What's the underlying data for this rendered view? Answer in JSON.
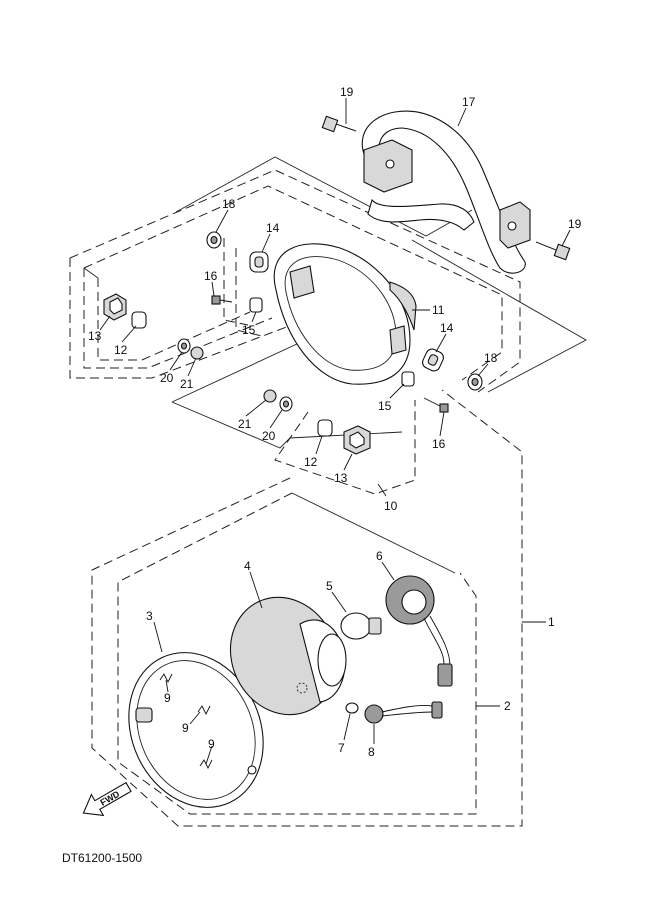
{
  "diagram_code": "DT61200-1500",
  "fwd_label": "FWD",
  "callouts": [
    {
      "id": "c19a",
      "label": "19"
    },
    {
      "id": "c17",
      "label": "17"
    },
    {
      "id": "c18a",
      "label": "18"
    },
    {
      "id": "c14a",
      "label": "14"
    },
    {
      "id": "c19b",
      "label": "19"
    },
    {
      "id": "c16a",
      "label": "16"
    },
    {
      "id": "c15a",
      "label": "15"
    },
    {
      "id": "c11",
      "label": "11"
    },
    {
      "id": "c13a",
      "label": "13"
    },
    {
      "id": "c12a",
      "label": "12"
    },
    {
      "id": "c20a",
      "label": "20"
    },
    {
      "id": "c21a",
      "label": "21"
    },
    {
      "id": "c14b",
      "label": "14"
    },
    {
      "id": "c18b",
      "label": "18"
    },
    {
      "id": "c15b",
      "label": "15"
    },
    {
      "id": "c16b",
      "label": "16"
    },
    {
      "id": "c21b",
      "label": "21"
    },
    {
      "id": "c20b",
      "label": "20"
    },
    {
      "id": "c12b",
      "label": "12"
    },
    {
      "id": "c13b",
      "label": "13"
    },
    {
      "id": "c10",
      "label": "10"
    },
    {
      "id": "c6",
      "label": "6"
    },
    {
      "id": "c4",
      "label": "4"
    },
    {
      "id": "c5",
      "label": "5"
    },
    {
      "id": "c1",
      "label": "1"
    },
    {
      "id": "c3",
      "label": "3"
    },
    {
      "id": "c2",
      "label": "2"
    },
    {
      "id": "c9a",
      "label": "9"
    },
    {
      "id": "c9b",
      "label": "9"
    },
    {
      "id": "c9c",
      "label": "9"
    },
    {
      "id": "c7",
      "label": "7"
    },
    {
      "id": "c8",
      "label": "8"
    }
  ]
}
